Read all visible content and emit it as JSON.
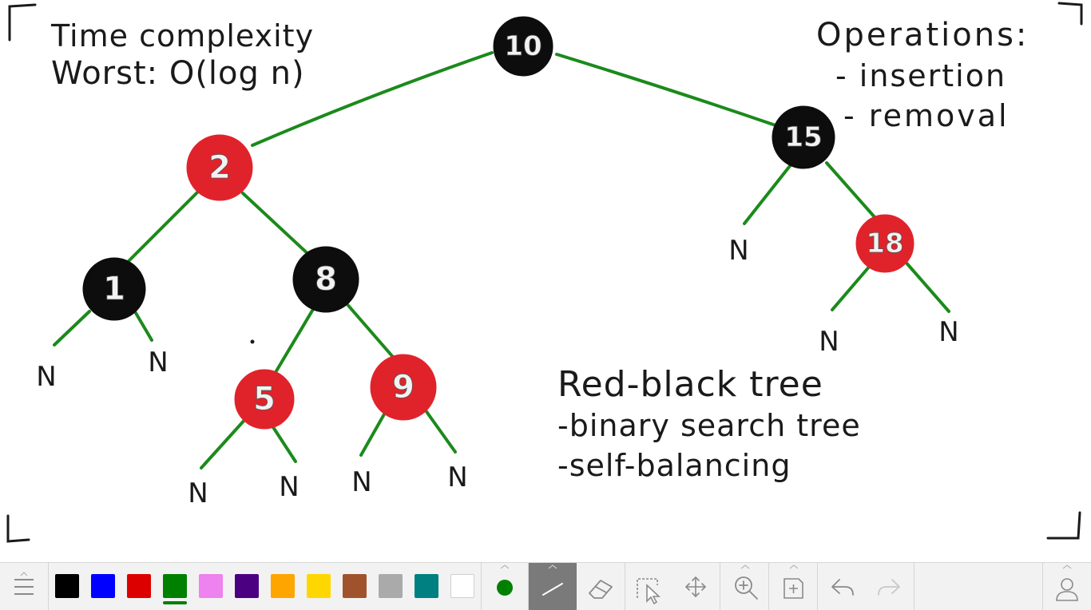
{
  "canvas": {
    "note_time": {
      "line1": "Time complexity",
      "line2": "Worst: O(log n)"
    },
    "note_ops": {
      "title": "Operations:",
      "item1": "- insertion",
      "item2": "- removal"
    },
    "note_rbt": {
      "title": "Red-black tree",
      "item1": "-binary search tree",
      "item2": "-self-balancing"
    },
    "nodes": [
      {
        "id": "10",
        "label": "10",
        "color": "black"
      },
      {
        "id": "2",
        "label": "2",
        "color": "red"
      },
      {
        "id": "15",
        "label": "15",
        "color": "black"
      },
      {
        "id": "1",
        "label": "1",
        "color": "black"
      },
      {
        "id": "8",
        "label": "8",
        "color": "black"
      },
      {
        "id": "18",
        "label": "18",
        "color": "red"
      },
      {
        "id": "5",
        "label": "5",
        "color": "red"
      },
      {
        "id": "9",
        "label": "9",
        "color": "red"
      }
    ],
    "nil_label": "N",
    "edge_color": "#1b8a1b",
    "red_node_color": "#e0232b",
    "black_node_color": "#0d0d0d"
  },
  "toolbar": {
    "menu_icon": "hamburger-icon",
    "swatches": [
      {
        "name": "black",
        "color": "#000000"
      },
      {
        "name": "blue",
        "color": "#0000ff"
      },
      {
        "name": "red",
        "color": "#dd0000"
      },
      {
        "name": "green",
        "color": "#008000"
      },
      {
        "name": "pink",
        "color": "#ee82ee"
      },
      {
        "name": "purple",
        "color": "#4b0082"
      },
      {
        "name": "orange",
        "color": "#ffa500"
      },
      {
        "name": "yellow",
        "color": "#ffd700"
      },
      {
        "name": "brown",
        "color": "#a0522d"
      },
      {
        "name": "gray",
        "color": "#aaaaaa"
      },
      {
        "name": "teal",
        "color": "#008080"
      },
      {
        "name": "white",
        "color": "#ffffff"
      }
    ],
    "selected_swatch": "green",
    "tools": [
      "brush-size-icon",
      "pen-icon",
      "eraser-icon",
      "select-icon",
      "move-icon",
      "zoom-icon",
      "add-page-icon",
      "undo-icon",
      "redo-icon",
      "user-icon"
    ],
    "active_tool": "pen-icon"
  }
}
